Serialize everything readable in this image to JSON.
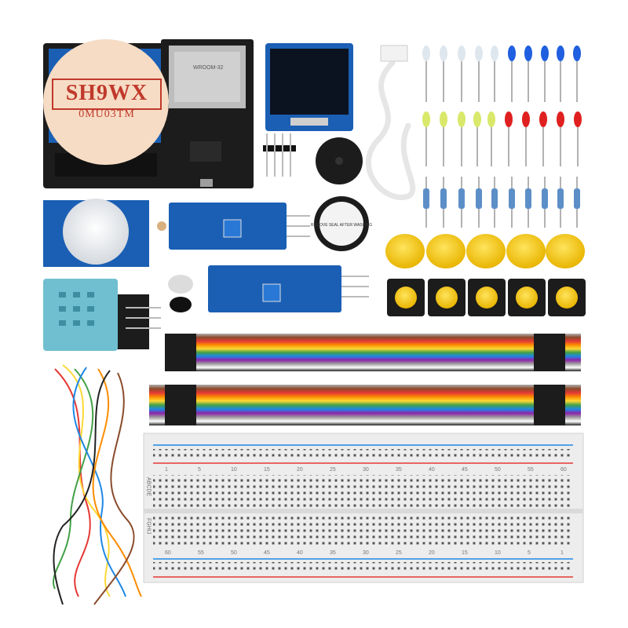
{
  "watermark": {
    "title": "SH9WX",
    "subtitle": "0MU03TM"
  },
  "board_labels": {
    "esp32_chip": "WROOM-32",
    "buzzer_sticker": "REMOVE SEAL AFTER WASHING"
  },
  "breadboard": {
    "row_letters_top": "ABCDE",
    "row_letters_bottom": "FGHIJ",
    "column_numbers": [
      "1",
      "5",
      "10",
      "15",
      "20",
      "25",
      "30",
      "35",
      "40",
      "45",
      "50",
      "55",
      "60"
    ],
    "column_numbers_reversed": [
      "60",
      "55",
      "50",
      "45",
      "40",
      "35",
      "30",
      "25",
      "20",
      "15",
      "10",
      "5",
      "1"
    ]
  },
  "colors": {
    "pcb_blue": "#1a5fb4",
    "pcb_black": "#1c1c1c",
    "led_clear": "#dfe7ee",
    "led_blue": "#1f5fe0",
    "led_yellow": "#d9e86a",
    "led_red": "#e02020",
    "button_cap": "#f5c518",
    "breadboard": "#ededed",
    "rail_red": "#e53935",
    "rail_blue": "#1e88e5",
    "badge_bg": "#f6dcc5",
    "badge_text": "#c0392b"
  }
}
